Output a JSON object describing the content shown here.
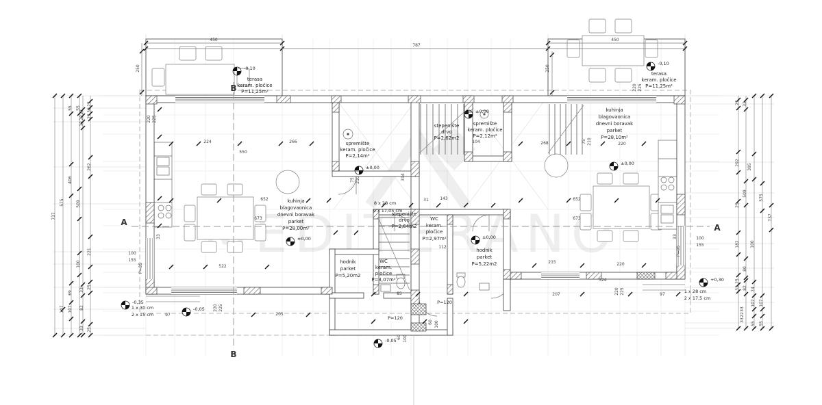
{
  "watermark": {
    "text": "MEDITERANO"
  },
  "sections": {
    "a": "A",
    "b": "B"
  },
  "rooms": {
    "terrace_left": [
      "terasa",
      "keram. pločice",
      "P=11,25m²"
    ],
    "terrace_right": [
      "terasa",
      "keram. pločice",
      "P=11,25m²"
    ],
    "main_left": [
      "kuhinja",
      "blagovaonica",
      "dnevni boravak",
      "parket",
      "P=28,00m²"
    ],
    "main_right": [
      "kuhinja",
      "blagovaonica",
      "dnevni boravak",
      "parket",
      "P=28,10m²"
    ],
    "storage_left": [
      "spremište",
      "keram. pločice",
      "P=2,14m²"
    ],
    "storage_right": [
      "spremište",
      "keram. pločice",
      "P=2,12m²"
    ],
    "stairs_upper": [
      "stepenište",
      "drvo",
      "P=2,62m2"
    ],
    "stairs_lower": [
      "stepenište",
      "drvo",
      "P=2,64m2"
    ],
    "wc_left": [
      "WC",
      "keram.",
      "pločice",
      "P=3,07m²"
    ],
    "wc_center": [
      "WC",
      "keram.",
      "pločice",
      "P=2,97m²"
    ],
    "hall_left": [
      "hodnik",
      "parket",
      "P=5,20m2"
    ],
    "hall_right": [
      "hodnik",
      "parket",
      "P=5,22m2"
    ]
  },
  "levels": {
    "minus010": "-0,10",
    "zero": "±0,00",
    "minus005": "-0,05",
    "minus035": "-0,35",
    "plus030": "+0,30"
  },
  "notes": {
    "stair_dim1": "8 x 28 cm",
    "stair_dim2": "9 x 17,05 cm",
    "step_left1": "1 x 30 cm",
    "step_left2": "2 x 15 cm",
    "step_right1": "1 x 28 cm",
    "step_right2": "2 x 17,5 cm",
    "p120": "P=120",
    "p85": "P=85"
  },
  "dims": {
    "top": [
      "450",
      "787",
      "450"
    ],
    "topside": [
      "250",
      "250"
    ],
    "left": [
      "55",
      "55",
      "33",
      "22",
      "33",
      "25",
      "30",
      "25",
      "406",
      "262",
      "509",
      "575",
      "737",
      "221",
      "100",
      "69",
      "33",
      "25",
      "107",
      "107",
      "82",
      "33",
      "25"
    ],
    "right": [
      "25",
      "33",
      "292",
      "395",
      "509",
      "575",
      "737",
      "25",
      "182",
      "100",
      "80",
      "25",
      "33",
      "82",
      "74",
      "107",
      "107",
      "33",
      "22",
      "33",
      "55",
      "55"
    ],
    "interior": [
      "220",
      "225",
      "224",
      "266",
      "550",
      "652",
      "673",
      "522",
      "205",
      "220",
      "225",
      "97",
      "268",
      "652",
      "673",
      "524",
      "207",
      "97",
      "220",
      "225",
      "220",
      "225",
      "220",
      "215",
      "220",
      "314",
      "210",
      "75",
      "210",
      "75",
      "143",
      "31",
      "104",
      "112",
      "100",
      "155",
      "100",
      "155",
      "60",
      "100",
      "60",
      "100",
      "85",
      "33",
      "33"
    ]
  }
}
